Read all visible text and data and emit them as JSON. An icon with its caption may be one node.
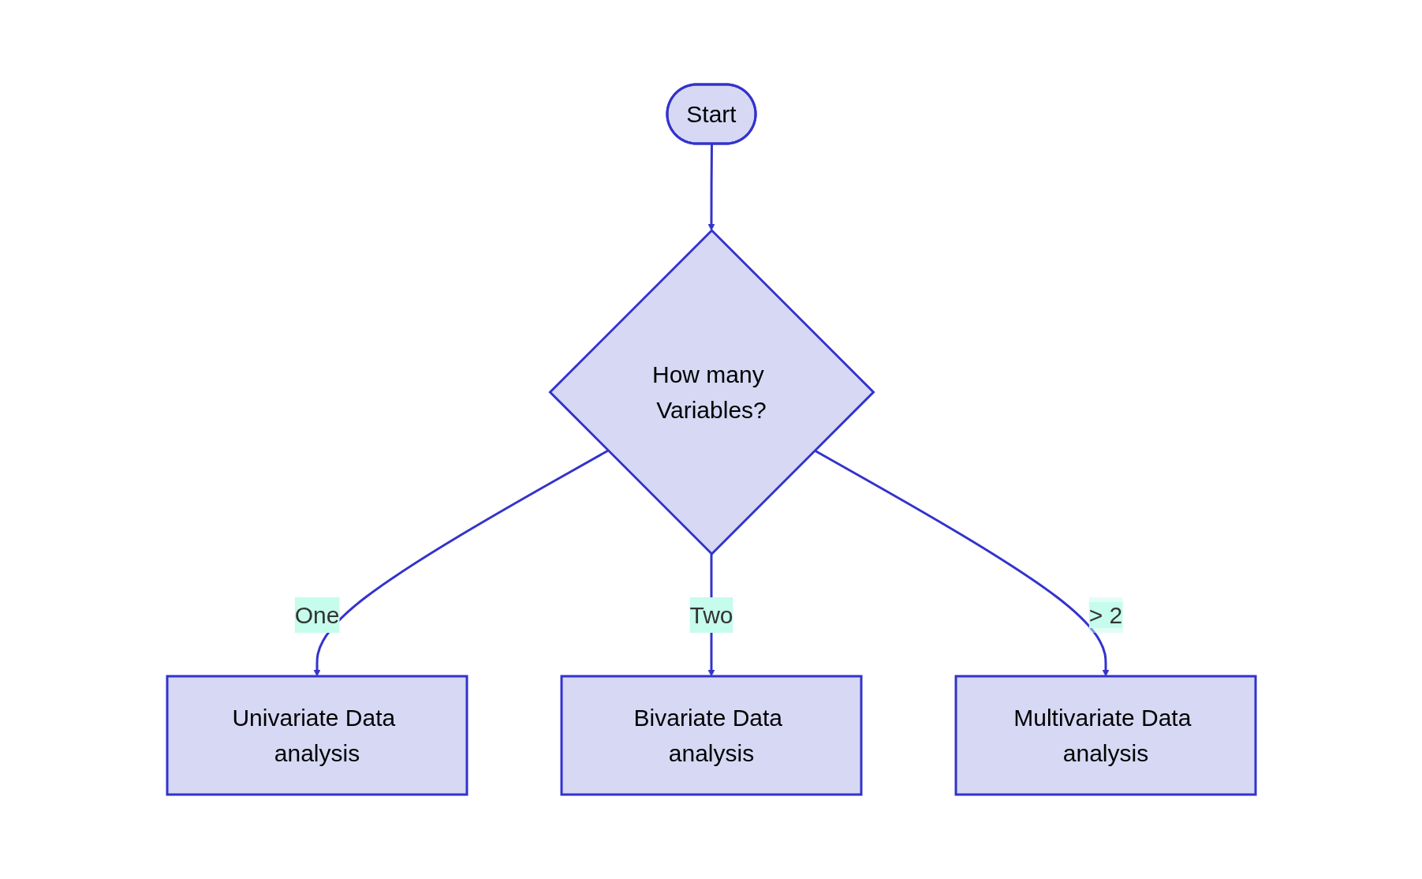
{
  "diagram": {
    "nodes": [
      {
        "text": [
          "Start"
        ]
      },
      {
        "text": [
          "How many Variables?"
        ]
      },
      {
        "text": [
          "Univariate Data analysis"
        ]
      },
      {
        "text": [
          "Bivariate Data analysis"
        ]
      },
      {
        "text": [
          "Multivariate Data analysis"
        ]
      }
    ],
    "edges": [
      {
        "from": 0,
        "to": 1,
        "arrow": "to"
      },
      {
        "from": 1,
        "to": 2,
        "arrow": "to",
        "label": "One"
      },
      {
        "from": 1,
        "to": 3,
        "arrow": "to",
        "label": "Two"
      },
      {
        "from": 1,
        "to": 4,
        "arrow": "to",
        "label": "> 2"
      }
    ]
  }
}
